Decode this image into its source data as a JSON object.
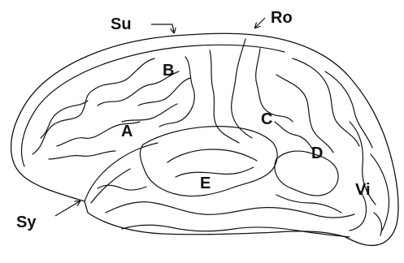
{
  "labels": {
    "su": "Su",
    "ro": "Ro",
    "sy": "Sy",
    "a": "A",
    "b": "B",
    "c": "C",
    "d": "D",
    "e": "E",
    "vi": "Vi"
  }
}
